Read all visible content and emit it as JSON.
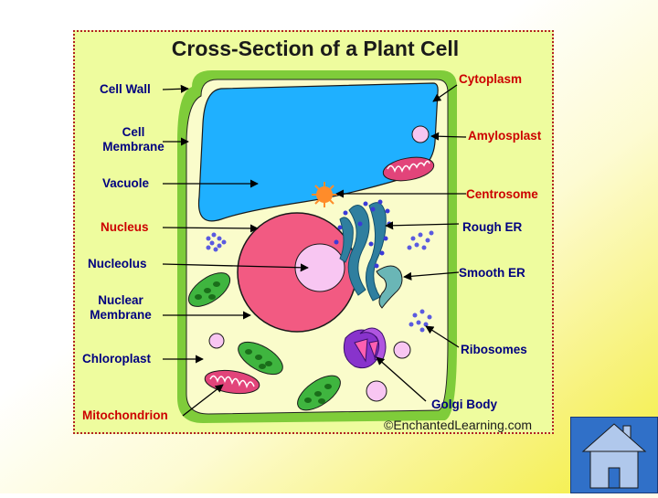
{
  "title": "Cross-Section of a Plant Cell",
  "labels": {
    "cell_wall": "Cell Wall",
    "cell_membrane": [
      "Cell",
      "Membrane"
    ],
    "vacuole": "Vacuole",
    "nucleus": "Nucleus",
    "nucleolus": "Nucleolus",
    "nuclear_membrane": [
      "Nuclear",
      "Membrane"
    ],
    "chloroplast": "Chloroplast",
    "mitochondrion": "Mitochondrion",
    "cytoplasm": "Cytoplasm",
    "amylosplast": "Amylosplast",
    "centrosome": "Centrosome",
    "rough_er": "Rough ER",
    "smooth_er": "Smooth ER",
    "ribosomes": "Ribosomes",
    "golgi_body": "Golgi Body"
  },
  "copyright": "©EnchantedLearning.com",
  "colors": {
    "panel": "#eefc9e",
    "cell_wall": "#7fcc3a",
    "cytoplasm": "#fafccb",
    "vacuole": "#1fb0ff",
    "nucleus": "#f25a82",
    "nucleolus": "#f8c6f2",
    "chloroplast": "#3fb53f",
    "mitochondrion": "#e2447a",
    "golgi": "#8833cc",
    "smooth_er": "#6ab6b6",
    "rough_er": "#2f7f9f",
    "centrosome": "#ff8c2a",
    "label_navy": "#000080",
    "label_red": "#cc0000"
  },
  "home_icon": "home-icon"
}
